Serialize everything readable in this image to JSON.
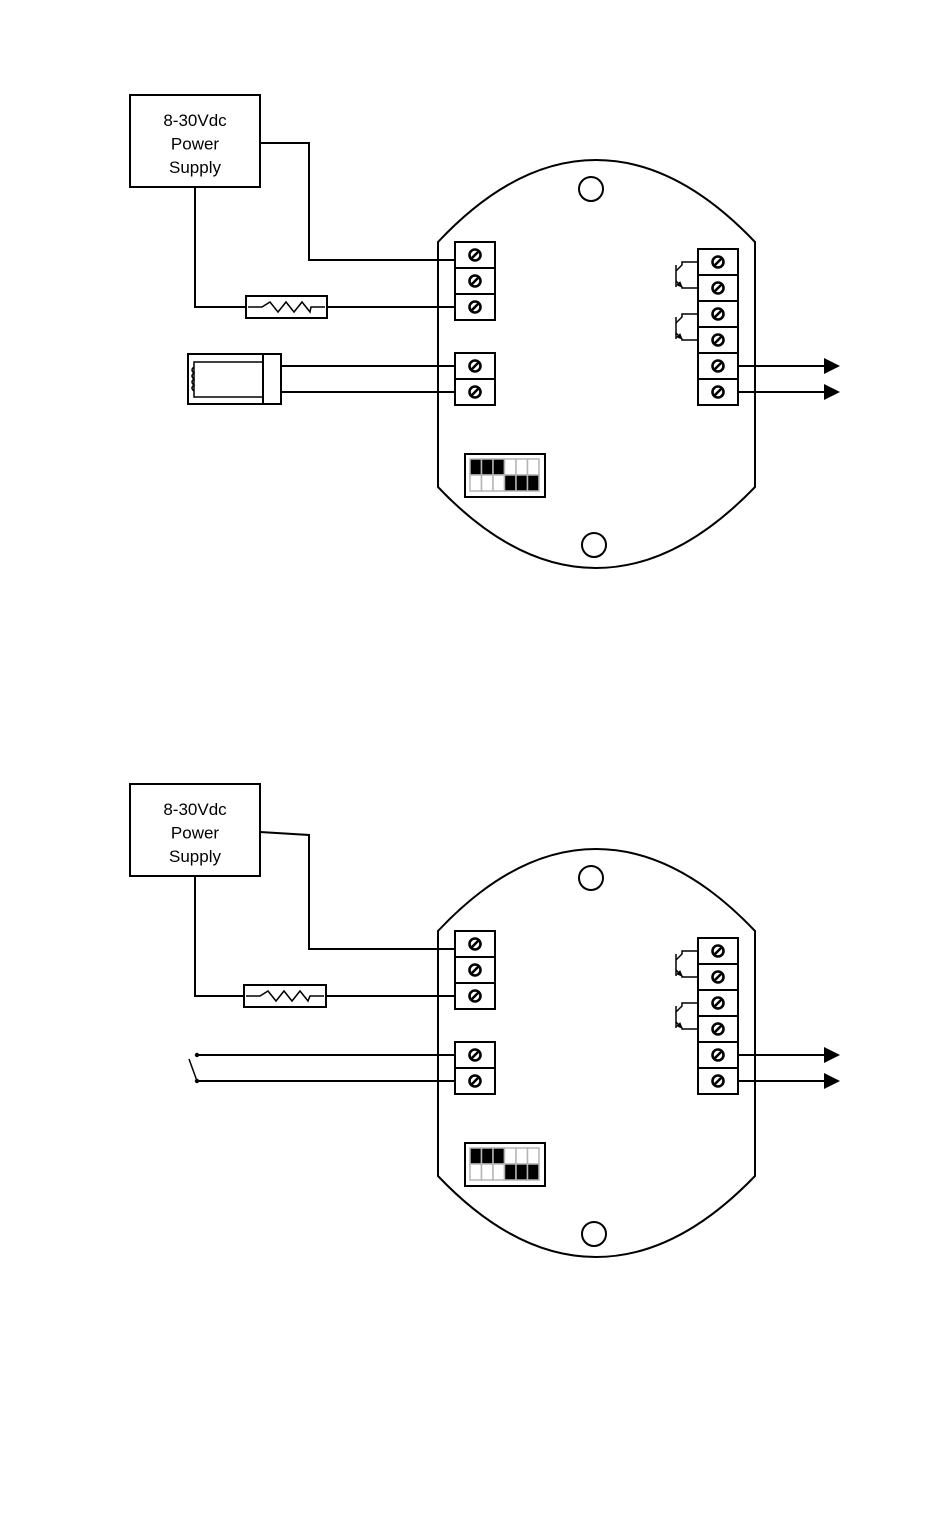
{
  "diagrams": [
    {
      "id": "coil-sensor-wiring",
      "power_supply": {
        "lines": [
          "8-30Vdc",
          "Power",
          "Supply"
        ]
      },
      "input_device": "coil-pickup-sensor",
      "left_terminal_block_top": {
        "terminals": 3,
        "icon": "screw-terminal-icon"
      },
      "left_terminal_block_bottom": {
        "terminals": 2,
        "icon": "screw-terminal-icon"
      },
      "right_terminal_block": {
        "terminals": 6,
        "icon": "screw-terminal-icon",
        "transistor_outputs": 2,
        "signal_outputs": 2
      },
      "resistor": "resistor-icon",
      "dip_switch": {
        "top_row": [
          1,
          1,
          1,
          0,
          0,
          0
        ],
        "bottom_row": [
          0,
          0,
          0,
          1,
          1,
          1
        ]
      }
    },
    {
      "id": "switch-contact-wiring",
      "power_supply": {
        "lines": [
          "8-30Vdc",
          "Power",
          "Supply"
        ]
      },
      "input_device": "switch-contact",
      "left_terminal_block_top": {
        "terminals": 3,
        "icon": "screw-terminal-icon"
      },
      "left_terminal_block_bottom": {
        "terminals": 2,
        "icon": "screw-terminal-icon"
      },
      "right_terminal_block": {
        "terminals": 6,
        "icon": "screw-terminal-icon",
        "transistor_outputs": 2,
        "signal_outputs": 2
      },
      "resistor": "resistor-icon",
      "dip_switch": {
        "top_row": [
          1,
          1,
          1,
          0,
          0,
          0
        ],
        "bottom_row": [
          0,
          0,
          0,
          1,
          1,
          1
        ]
      }
    }
  ]
}
